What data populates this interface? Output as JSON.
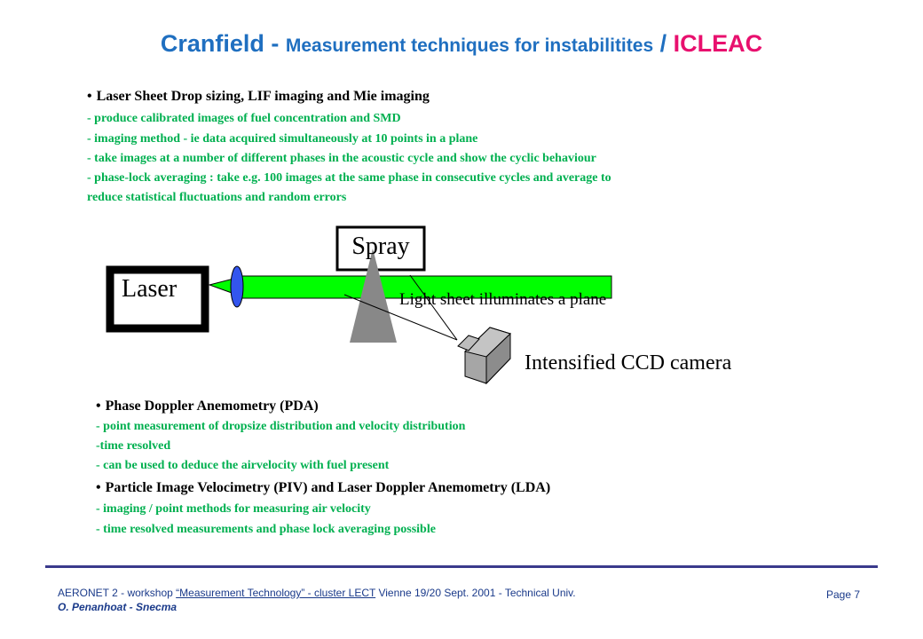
{
  "title": {
    "part1": "Cranfield - ",
    "part2": "Measurement techniques for instabilitites",
    "part3": " / ",
    "part4": "ICLEAC"
  },
  "section1": {
    "heading": "Laser Sheet Drop sizing, LIF imaging and Mie imaging",
    "lines": [
      "- produce calibrated images of fuel concentration and SMD",
      "- imaging method - ie data acquired simultaneously at 10 points in a plane",
      "- take images at a number of different phases in the acoustic cycle and show the cyclic behaviour",
      "- phase-lock averaging : take e.g. 100 images at the same phase in consecutive cycles and average to",
      "reduce statistical fluctuations and random errors"
    ]
  },
  "diagram": {
    "laser_label": "Laser",
    "spray_label": "Spray",
    "sheet_label": "Light sheet illuminates a plane",
    "camera_label": "Intensified CCD camera",
    "colors": {
      "beam": "#00ff00",
      "lens": "#3355ee",
      "spray": "#888888",
      "camera": "#a6a6a6"
    }
  },
  "section2": {
    "heading": "Phase Doppler Anemometry  (PDA)",
    "lines": [
      "-  point measurement of dropsize distribution and velocity distribution",
      "-time resolved",
      "- can be used to deduce the airvelocity with fuel present"
    ]
  },
  "section3": {
    "heading": "Particle Image Velocimetry  (PIV) and Laser Doppler Anemometry  (LDA)",
    "lines": [
      "- imaging / point methods for measuring air velocity",
      "- time resolved measurements and phase lock averaging possible"
    ]
  },
  "footer": {
    "prefix": "AERONET 2  - workshop ",
    "link": "“Measurement Technology”  - cluster  LECT",
    "suffix": "  Vienne 19/20 Sept. 2001 - Technical Univ.",
    "author": "O. Penanhoat - Snecma",
    "page": "Page 7"
  }
}
